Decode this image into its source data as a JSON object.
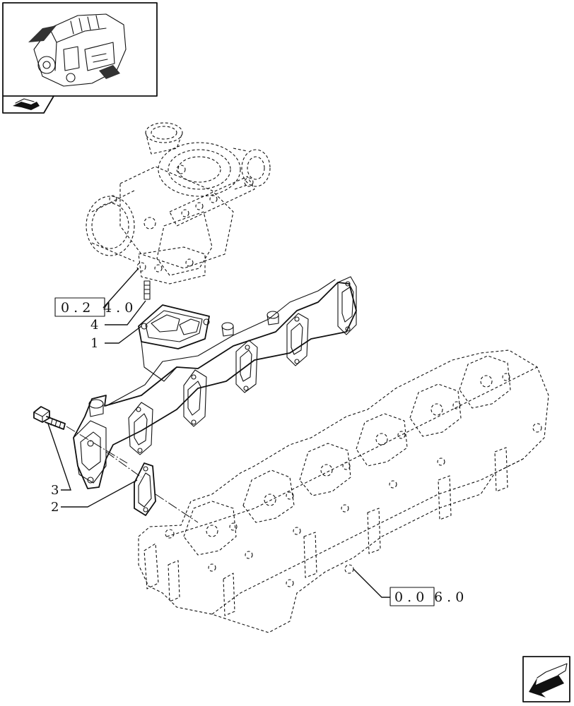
{
  "diagram": {
    "references": [
      {
        "id": "ref-turbo",
        "boxed": "0 . 2",
        "rest": "4 . 0"
      },
      {
        "id": "ref-head",
        "boxed": "0 . 0",
        "rest": "6 . 0"
      }
    ],
    "callouts": [
      {
        "id": "callout-1",
        "number": "1"
      },
      {
        "id": "callout-2",
        "number": "2"
      },
      {
        "id": "callout-3",
        "number": "3"
      },
      {
        "id": "callout-4",
        "number": "4"
      }
    ],
    "icons": {
      "thumbnail": "engine-thumbnail-icon",
      "tab": "book-arrow-icon",
      "nav": "next-page-arrow-icon"
    }
  }
}
